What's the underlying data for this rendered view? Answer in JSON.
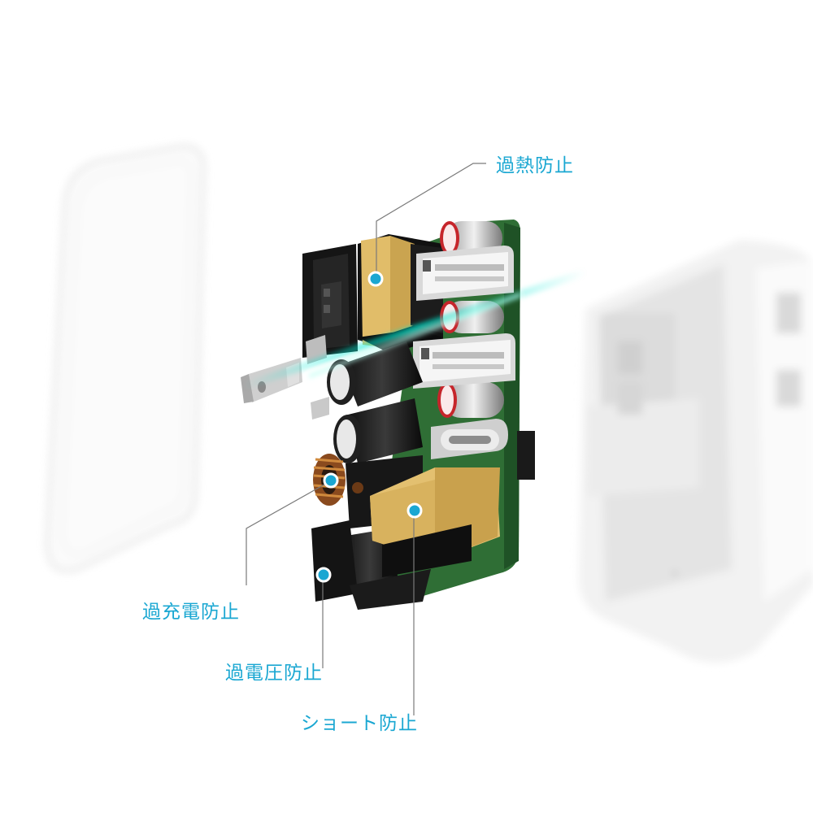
{
  "callouts": {
    "overheat": "過熱防止",
    "overcharge": "過充電防止",
    "overvoltage": "過電圧防止",
    "short_circuit": "ショート防止"
  },
  "colors": {
    "accent": "#1aa7d2",
    "pcb": "#2f6e35",
    "transformer": "#e3c070",
    "housing": "#f3f3f3"
  }
}
